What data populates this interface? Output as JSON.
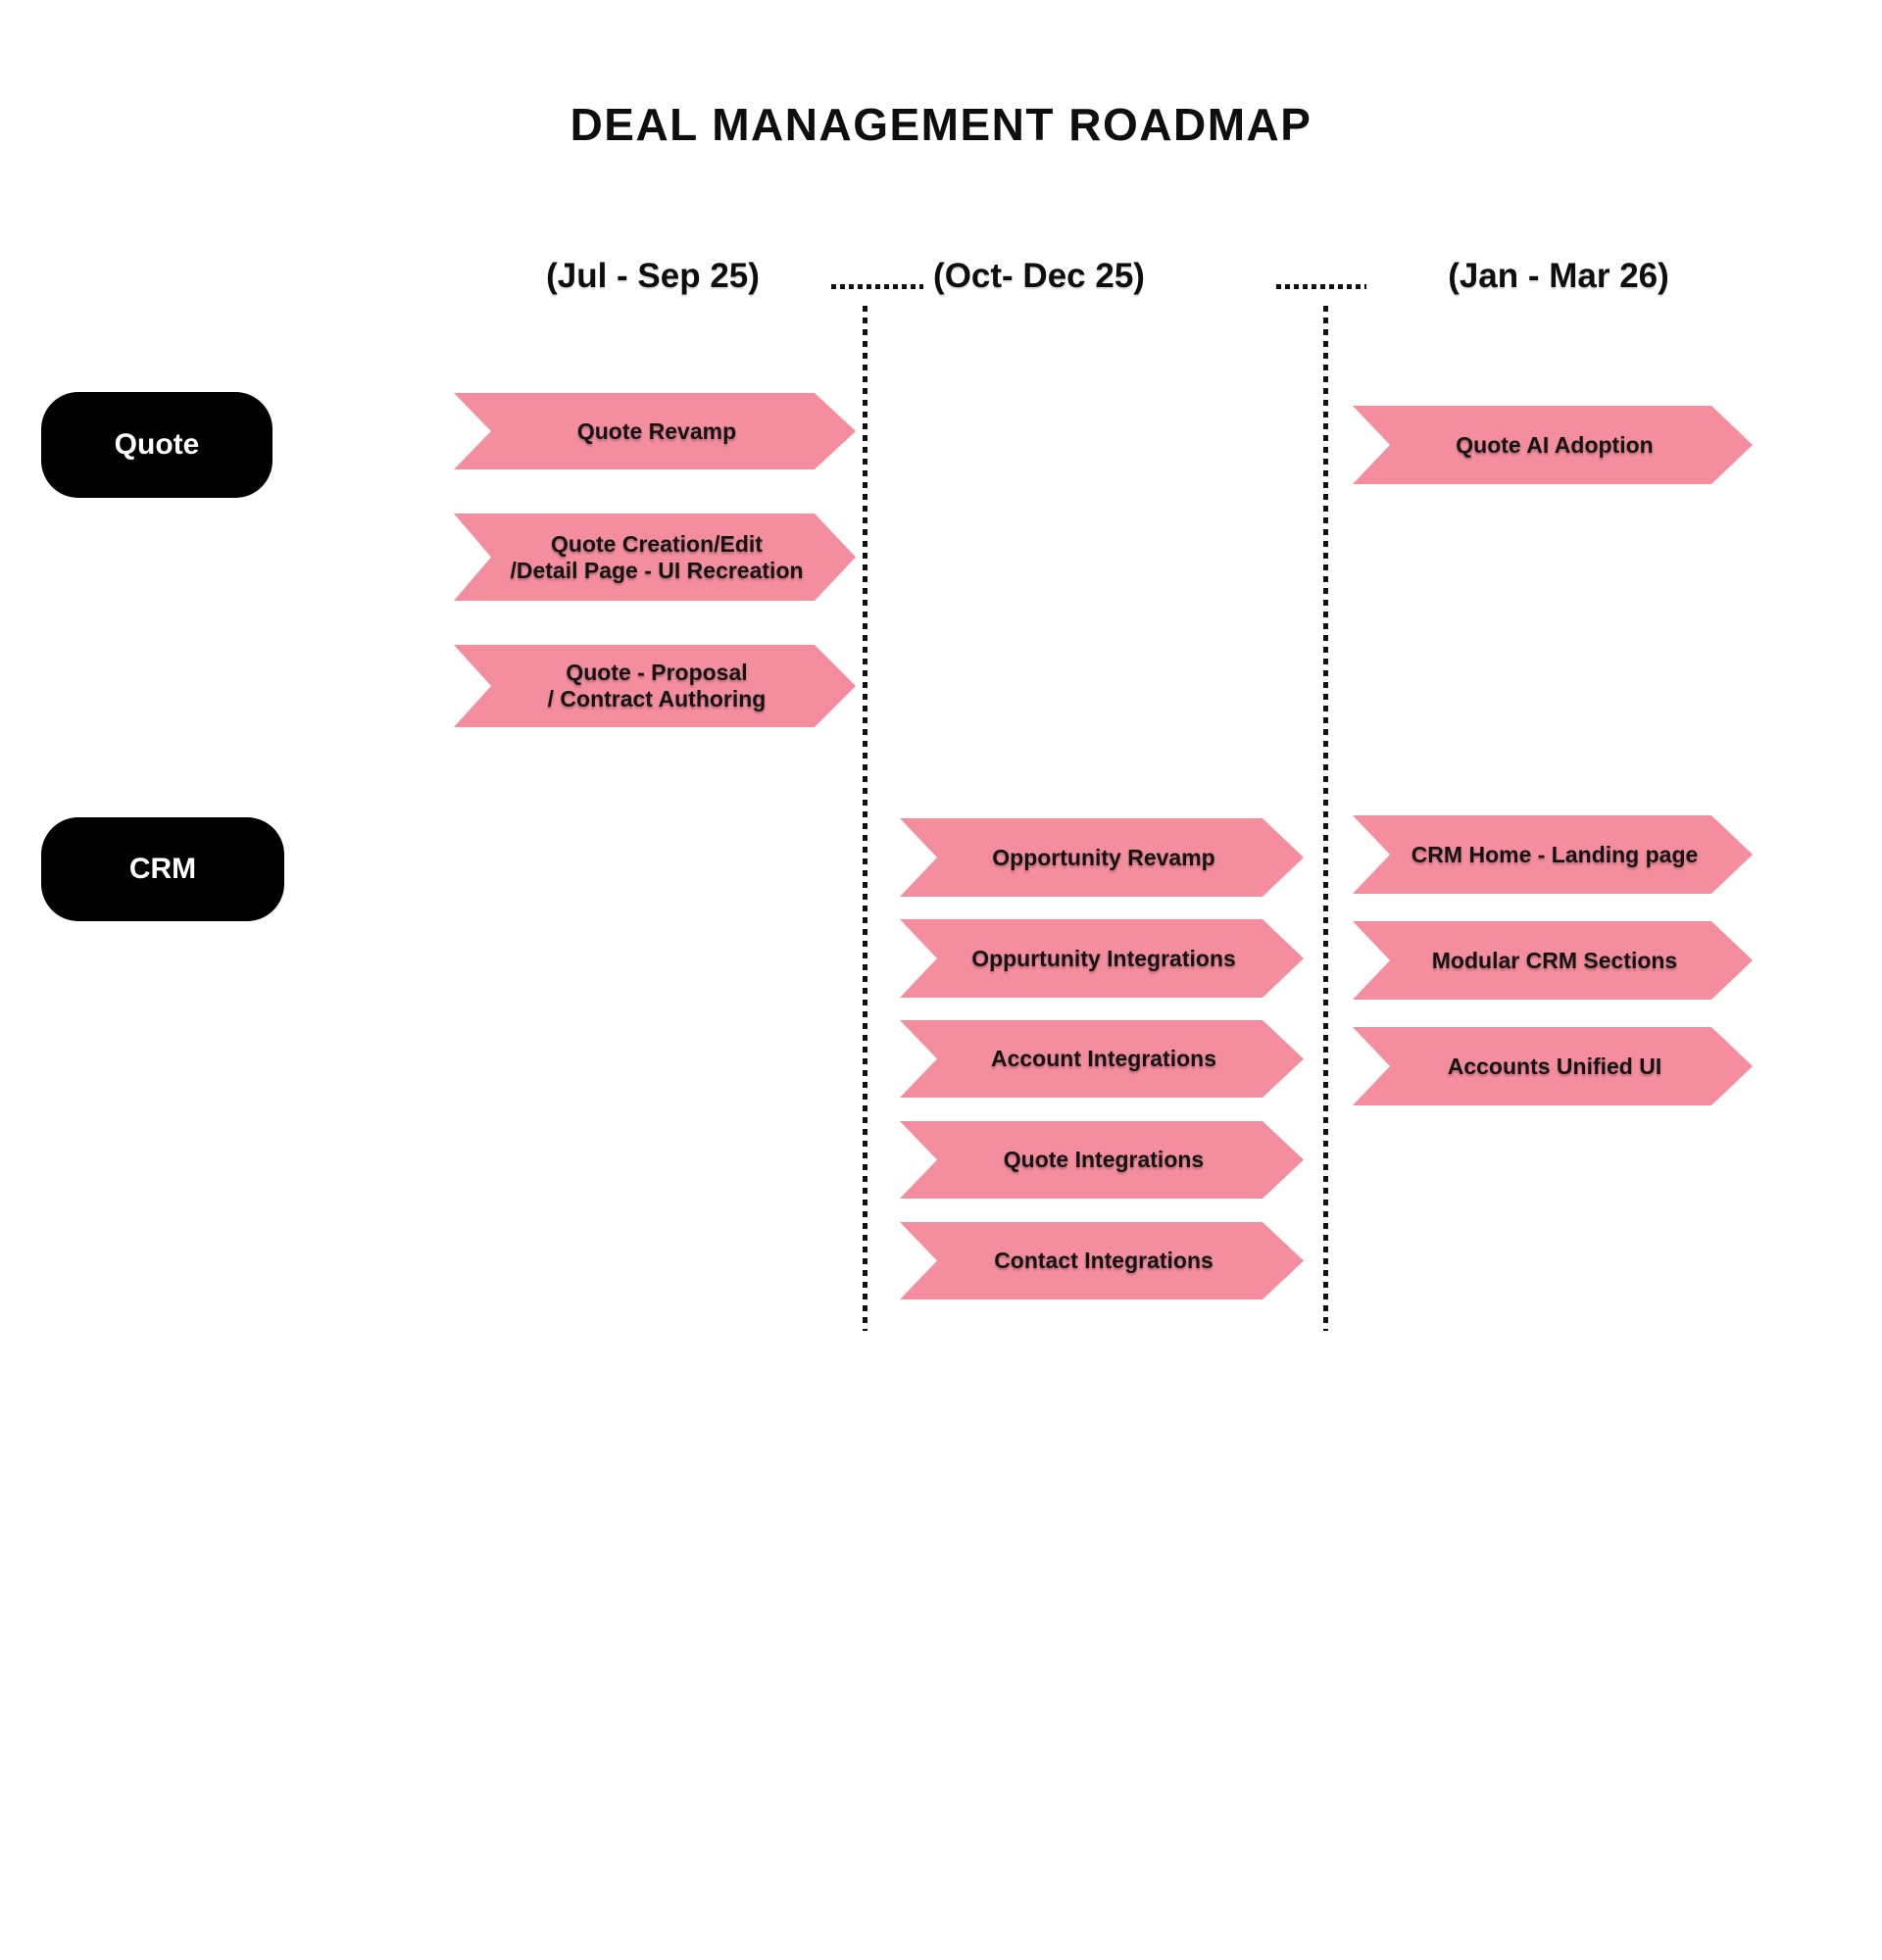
{
  "title": "DEAL MANAGEMENT ROADMAP",
  "colors": {
    "arrow_pink": "#F48D9D",
    "lane_pill_black": "#000000",
    "text_dark": "#111111",
    "background": "#FFFFFF"
  },
  "columns": [
    {
      "label": "(Jul - Sep 25)"
    },
    {
      "label": "(Oct- Dec 25)"
    },
    {
      "label": "(Jan - Mar 26)"
    }
  ],
  "lanes": [
    {
      "label": "Quote"
    },
    {
      "label": "CRM"
    }
  ],
  "tasks": [
    {
      "lane": "Quote",
      "column": "(Jul - Sep 25)",
      "line1": "Quote Revamp"
    },
    {
      "lane": "Quote",
      "column": "(Jul - Sep 25)",
      "line1": "Quote Creation/Edit",
      "line2": "/Detail Page - UI Recreation"
    },
    {
      "lane": "Quote",
      "column": "(Jul - Sep 25)",
      "line1": "Quote - Proposal",
      "line2": "/ Contract Authoring"
    },
    {
      "lane": "Quote",
      "column": "(Jan - Mar 26)",
      "line1": "Quote AI Adoption"
    },
    {
      "lane": "CRM",
      "column": "(Oct- Dec 25)",
      "line1": "Opportunity Revamp"
    },
    {
      "lane": "CRM",
      "column": "(Oct- Dec 25)",
      "line1": "Oppurtunity Integrations"
    },
    {
      "lane": "CRM",
      "column": "(Oct- Dec 25)",
      "line1": "Account Integrations"
    },
    {
      "lane": "CRM",
      "column": "(Oct- Dec 25)",
      "line1": "Quote Integrations"
    },
    {
      "lane": "CRM",
      "column": "(Oct- Dec 25)",
      "line1": "Contact Integrations"
    },
    {
      "lane": "CRM",
      "column": "(Jan - Mar 26)",
      "line1": "CRM Home - Landing page"
    },
    {
      "lane": "CRM",
      "column": "(Jan - Mar 26)",
      "line1": "Modular CRM Sections"
    },
    {
      "lane": "CRM",
      "column": "(Jan - Mar 26)",
      "line1": "Accounts Unified UI"
    }
  ]
}
